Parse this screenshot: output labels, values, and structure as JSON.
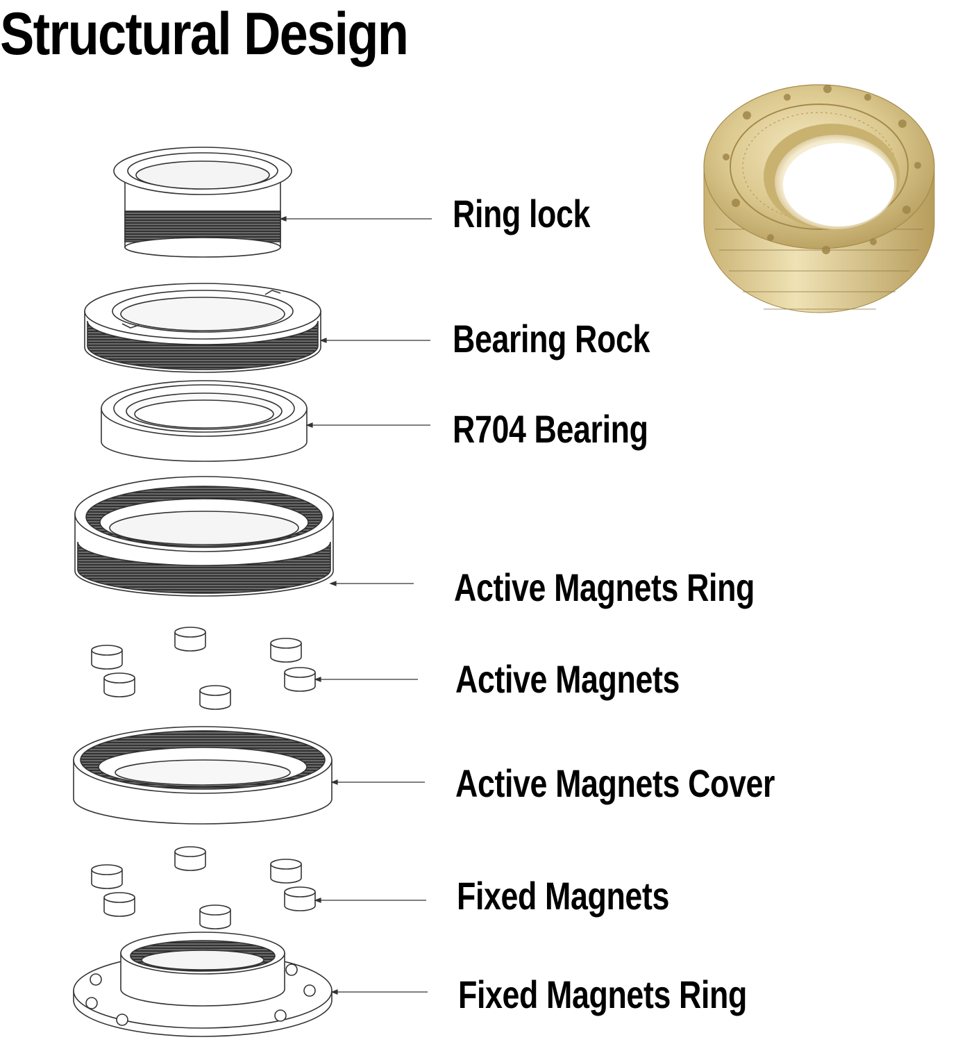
{
  "title": "Structural Design",
  "labels": {
    "ring_lock": "Ring lock",
    "bearing_rock": "Bearing Rock",
    "r704_bearing": "R704 Bearing",
    "active_magnets_ring": "Active Magnets Ring",
    "active_magnets": "Active Magnets",
    "active_magnets_cover": "Active Magnets Cover",
    "fixed_magnets": "Fixed Magnets",
    "fixed_magnets_ring": "Fixed Magnets Ring"
  },
  "colors": {
    "brass": "#d8c488",
    "brass_dark": "#a8904f",
    "brass_light": "#f2e6bd",
    "line": "#333333",
    "thread": "#3a3a3a"
  }
}
